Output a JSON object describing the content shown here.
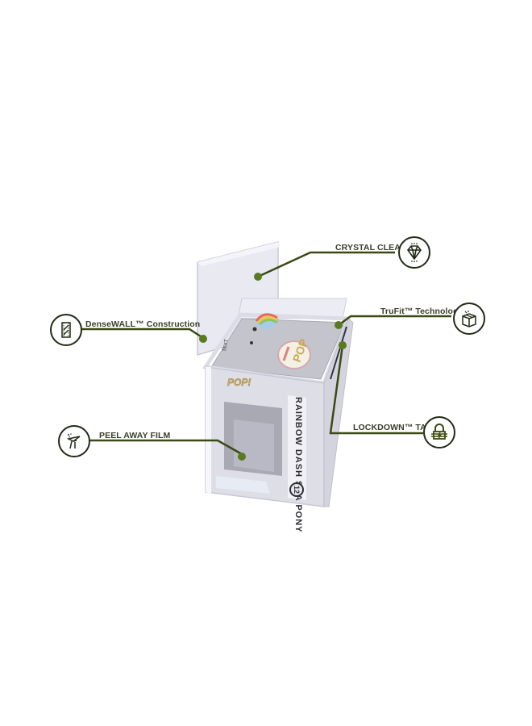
{
  "colors": {
    "line": "#3b4a14",
    "dot": "#5a7a1e",
    "icon_stroke": "#222a16",
    "label_text": "#3a3f2a",
    "box_plastic": "#e6e6ef",
    "box_inner": "#b9b9c2"
  },
  "product": {
    "box_side_text": "RAINBOW DASH SEA PONY",
    "box_number": "12",
    "box_logo": "POP!"
  },
  "callouts": [
    {
      "id": "crystal-clear",
      "label": "CRYSTAL CLEAR",
      "icon": "diamond-icon",
      "side": "right"
    },
    {
      "id": "trufit",
      "label": "TruFit™ Technology",
      "icon": "box-icon",
      "side": "right"
    },
    {
      "id": "densewall",
      "label": "DenseWALL™ Construction",
      "icon": "wall-icon",
      "side": "left"
    },
    {
      "id": "peel-away",
      "label": "PEEL AWAY FILM",
      "icon": "peel-icon",
      "side": "left"
    },
    {
      "id": "lockdown",
      "label": "LOCKDOWN™ TAB",
      "icon": "lock-icon",
      "side": "right"
    }
  ]
}
